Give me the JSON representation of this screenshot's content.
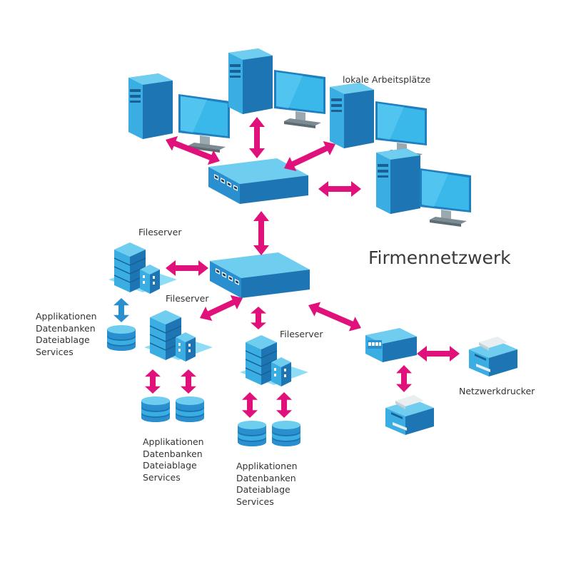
{
  "diagram": {
    "title": "Firmennetzwerk",
    "labels": {
      "workstations": "lokale Arbeitsplätze",
      "fileserver_1": "Fileserver",
      "fileserver_2": "Fileserver",
      "fileserver_3": "Fileserver",
      "printers": "Netzwerkdrucker"
    },
    "storage_services_1": [
      "Applikationen",
      "Datenbanken",
      "Dateiablage",
      "Services"
    ],
    "storage_services_2": [
      "Applikationen",
      "Datenbanken",
      "Dateiablage",
      "Services"
    ],
    "storage_services_3": [
      "Applikationen",
      "Datenbanken",
      "Dateiablage",
      "Services"
    ],
    "colors": {
      "arrow": "#e0117a",
      "arrow_storage_1": "#2a8fce",
      "device_light": "#5ec4ec",
      "device_mid": "#34a6dc",
      "device_dark": "#1d76b3",
      "monitor_screen": "#3ab8ea",
      "background": "#ffffff"
    }
  }
}
